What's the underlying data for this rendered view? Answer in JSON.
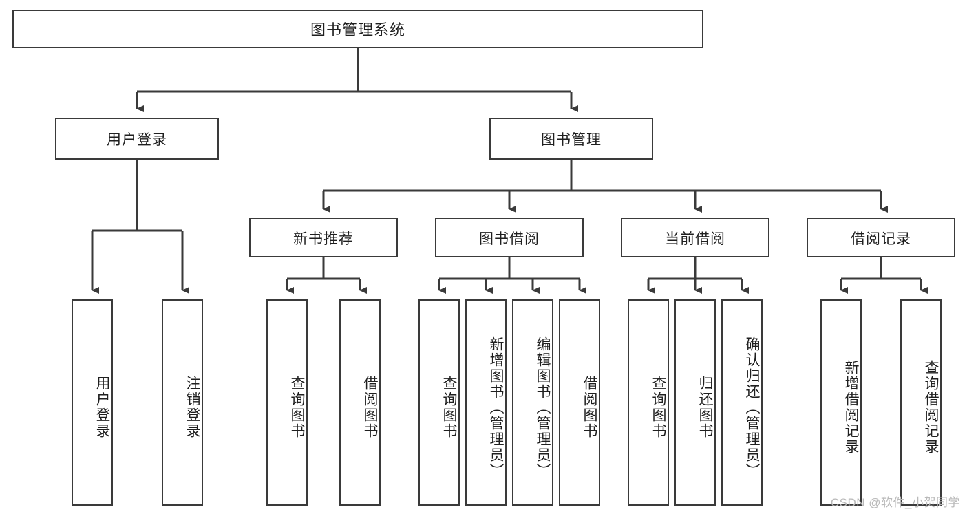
{
  "diagram": {
    "title": "图书管理系统",
    "type": "tree-hierarchy-chart",
    "watermark": "CSDN @软件_小贺同学",
    "colors": {
      "box_border": "#3a3a3a",
      "box_fill": "#ffffff",
      "connector": "#3a3a3a",
      "text": "#1f1f1f",
      "watermark": "#b9b9b9",
      "background": "#ffffff"
    },
    "root": {
      "label": "图书管理系统"
    },
    "level2": [
      {
        "id": "user-login",
        "label": "用户登录"
      },
      {
        "id": "book-management",
        "label": "图书管理"
      }
    ],
    "level3": [
      {
        "id": "new-book-recommend",
        "label": "新书推荐",
        "parent": "book-management"
      },
      {
        "id": "book-borrow",
        "label": "图书借阅",
        "parent": "book-management"
      },
      {
        "id": "current-borrow",
        "label": "当前借阅",
        "parent": "book-management"
      },
      {
        "id": "borrow-record",
        "label": "借阅记录",
        "parent": "book-management"
      }
    ],
    "leaves": {
      "user_login": [
        {
          "id": "leaf-user-login",
          "label": "用户登录"
        },
        {
          "id": "leaf-logout-login",
          "label": "注销登录"
        }
      ],
      "new_book_recommend": [
        {
          "id": "leaf-query-book-1",
          "label": "查询图书"
        },
        {
          "id": "leaf-borrow-book-1",
          "label": "借阅图书"
        }
      ],
      "book_borrow": [
        {
          "id": "leaf-query-book-2",
          "label": "查询图书"
        },
        {
          "id": "leaf-add-book",
          "label": "新增图书（管理员）"
        },
        {
          "id": "leaf-edit-book",
          "label": "编辑图书（管理员）"
        },
        {
          "id": "leaf-borrow-book-2",
          "label": "借阅图书"
        }
      ],
      "current_borrow": [
        {
          "id": "leaf-query-book-3",
          "label": "查询图书"
        },
        {
          "id": "leaf-return-book",
          "label": "归还图书"
        },
        {
          "id": "leaf-confirm-return",
          "label": "确认归还（管理员）"
        }
      ],
      "borrow_record": [
        {
          "id": "leaf-add-record",
          "label": "新增借阅记录"
        },
        {
          "id": "leaf-query-record",
          "label": "查询借阅记录"
        }
      ]
    }
  }
}
